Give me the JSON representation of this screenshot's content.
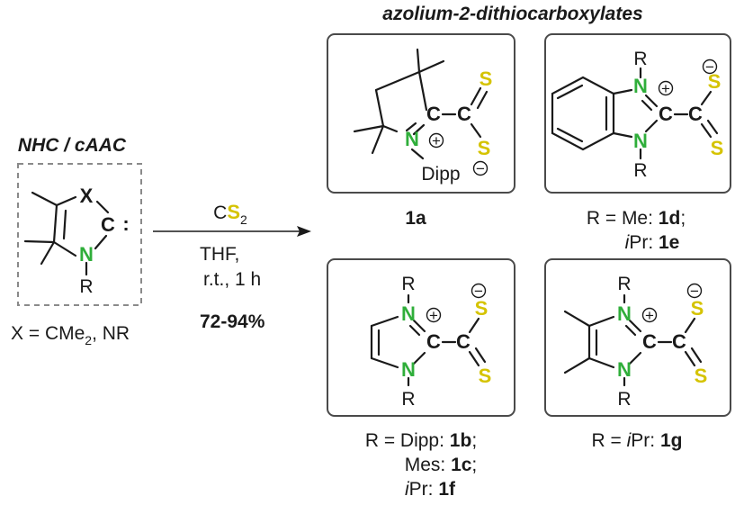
{
  "title": "azolium-2-dithiocarboxylates",
  "precursor": {
    "title": "NHC / cAAC",
    "x_label": "X",
    "carbon_label": "C",
    "lone_pair": ":",
    "n_label": "N",
    "r_label": "R",
    "definition_prefix": "X = CMe",
    "definition_sub": "2",
    "definition_suffix": ", NR"
  },
  "arrow": {
    "reagent_c": "C",
    "reagent_s": "S",
    "reagent_sub": "2",
    "solvent": "THF,",
    "conditions": "r.t., 1 h",
    "yield": "72-94%"
  },
  "atoms": {
    "N": "N",
    "C": "C",
    "S": "S",
    "R": "R",
    "Dipp": "Dipp",
    "plus": "+",
    "minus": "−"
  },
  "compound_1a": {
    "label": "1a"
  },
  "compound_1d": {
    "line1_prefix": "R = Me: ",
    "line1_bold": "1d",
    "line1_suffix": ";",
    "line2_italic": "i",
    "line2_prefix": "Pr: ",
    "line2_bold": "1e"
  },
  "compound_1b": {
    "line1_prefix": "R = Dipp: ",
    "line1_bold": "1b",
    "line1_suffix": ";",
    "line2_prefix": "Mes: ",
    "line2_bold": "1c",
    "line2_suffix": ";",
    "line3_italic": "i",
    "line3_prefix": "Pr: ",
    "line3_bold": "1f"
  },
  "compound_1g": {
    "line1_prefix": "R = ",
    "line1_italic": "i",
    "line1_mid": "Pr: ",
    "line1_bold": "1g"
  },
  "colors": {
    "nitrogen": "#2fae3a",
    "sulfur": "#d5c300",
    "bond": "#1a1a1a",
    "frame": "#4a4a4a"
  }
}
